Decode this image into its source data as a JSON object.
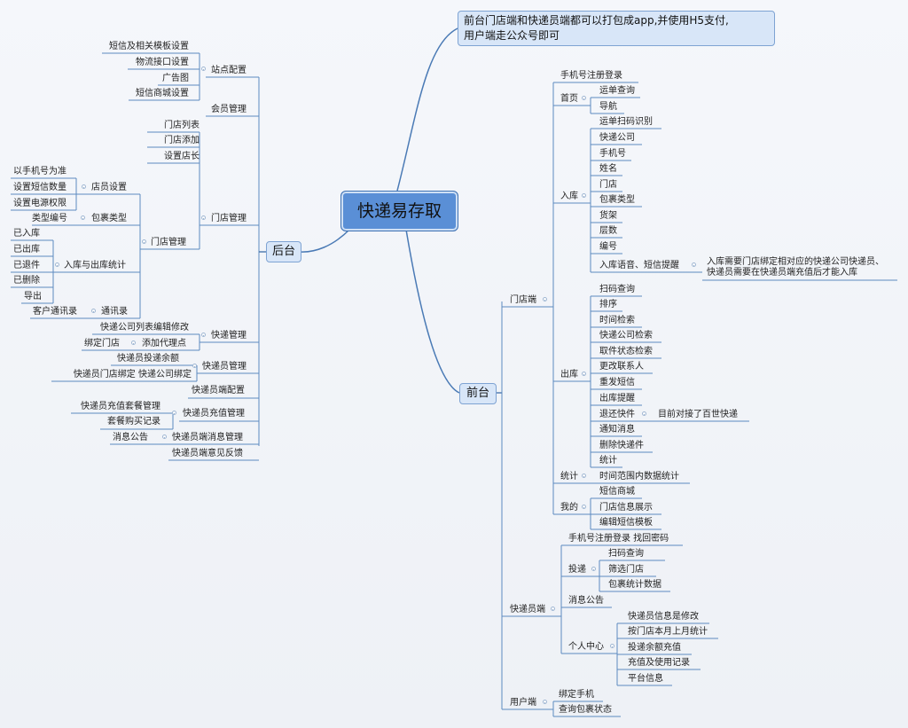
{
  "root": {
    "title": "快递易存取"
  },
  "note": {
    "line1": "前台门店端和快递员端都可以打包成app,并使用H5支付,",
    "line2": "用户端走公众号即可"
  },
  "backend": {
    "label": "后台",
    "site_config": {
      "label": "站点配置",
      "items": [
        "短信及相关模板设置",
        "物流接口设置",
        "广告图",
        "短信商城设置"
      ]
    },
    "member": {
      "label": "会员管理"
    },
    "store_mgmt": {
      "label": "门店管理",
      "items": [
        "门店列表",
        "门店添加",
        "设置店长"
      ],
      "store_manage": {
        "label": "门店管理",
        "clerk": {
          "label": "店员设置",
          "items": [
            "以手机号为准",
            "设置短信数量",
            "设置电源权限"
          ]
        },
        "parcel_type": {
          "label": "包裹类型",
          "item": "类型编号"
        },
        "inout": {
          "label": "入库与出库统计",
          "items": [
            "已入库",
            "已出库",
            "已退件",
            "已删除",
            "导出"
          ]
        },
        "contacts": {
          "label": "通讯录",
          "item": "客户通讯录"
        }
      }
    },
    "courier_mgmt": {
      "label": "快递管理",
      "item1": "快递公司列表编辑修改",
      "agent": {
        "label": "添加代理点",
        "item": "绑定门店"
      }
    },
    "courier_staff": {
      "label": "快递员管理",
      "item1": "快递员投递余额",
      "item2": "快递员门店绑定 快递公司绑定"
    },
    "courier_config": {
      "label": "快递员端配置"
    },
    "courier_recharge": {
      "label": "快递员充值管理",
      "items": [
        "快递员充值套餐管理",
        "套餐购买记录"
      ]
    },
    "courier_msg": {
      "label": "快递员端消息管理",
      "item": "消息公告"
    },
    "feedback": {
      "label": "快递员端意见反馈"
    }
  },
  "frontend": {
    "label": "前台",
    "store": {
      "label": "门店端",
      "register": "手机号注册登录",
      "home": {
        "label": "首页",
        "items": [
          "运单查询",
          "导航"
        ]
      },
      "inbound": {
        "label": "入库",
        "items": [
          "运单扫码识别",
          "快递公司",
          "手机号",
          "姓名",
          "门店",
          "包裹类型",
          "货架",
          "层数",
          "编号"
        ],
        "voice": {
          "label": "入库语音、短信提醒",
          "note1": "入库需要门店绑定相对应的快递公司快递员、",
          "note2": "快递员需要在快递员端充值后才能入库"
        }
      },
      "outbound": {
        "label": "出库",
        "items": [
          "扫码查询",
          "排序",
          "时间检索",
          "快递公司检索",
          "取件状态检索",
          "更改联系人",
          "重发短信",
          "出库提醒"
        ],
        "return": {
          "label": "退还快件",
          "note": "目前对接了百世快递"
        },
        "items2": [
          "通知消息",
          "删除快递件",
          "统计"
        ]
      },
      "stats": {
        "label": "统计",
        "item": "时间范围内数据统计"
      },
      "mine": {
        "label": "我的",
        "items": [
          "短信商城",
          "门店信息展示",
          "编辑短信模板"
        ]
      }
    },
    "courier": {
      "label": "快递员端",
      "register": "手机号注册登录 找回密码",
      "deliver": {
        "label": "投递",
        "items": [
          "扫码查询",
          "筛选门店",
          "包裹统计数据"
        ]
      },
      "notice": "消息公告",
      "center": {
        "label": "个人中心",
        "items": [
          "快递员信息是修改",
          "按门店本月上月统计",
          "投递余额充值",
          "充值及使用记录",
          "平台信息"
        ]
      }
    },
    "user": {
      "label": "用户端",
      "items": [
        "绑定手机",
        "查询包裹状态"
      ]
    }
  }
}
